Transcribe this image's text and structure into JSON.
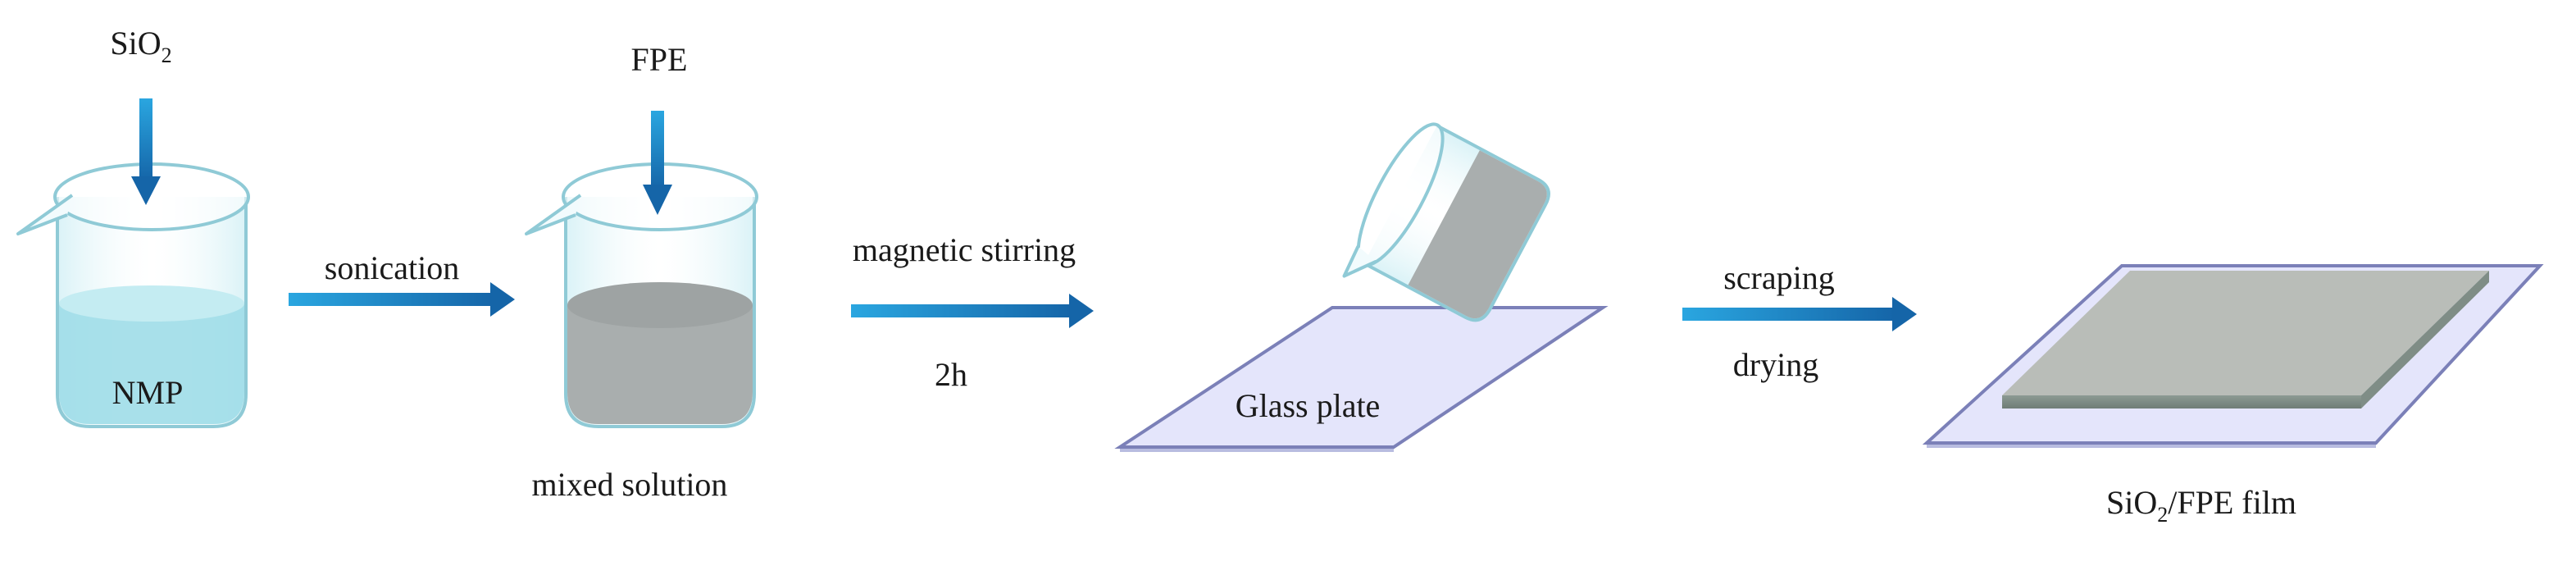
{
  "steps": {
    "beaker1": {
      "reagent": "SiO",
      "reagent_sub": "2",
      "liquid_label": "NMP"
    },
    "arrow1": {
      "label": "sonication"
    },
    "beaker2": {
      "reagent": "FPE",
      "caption": "mixed solution"
    },
    "arrow2": {
      "label_top": "magnetic stirring",
      "label_bottom": "2h"
    },
    "glass": {
      "label": "Glass plate"
    },
    "arrow3": {
      "label_top": "scraping",
      "label_bottom": "drying"
    },
    "film": {
      "caption_a": "SiO",
      "caption_sub": "2",
      "caption_b": "/FPE film"
    }
  },
  "colors": {
    "arrow_dark": "#1565a8",
    "arrow_light": "#2aa6e0",
    "liquid_nmp": "#9fdde8",
    "liquid_mixed": "#a9aeae",
    "glass": "#e4e5fb",
    "glass_edge": "#7b80b8",
    "film": "#b9bdb8"
  }
}
